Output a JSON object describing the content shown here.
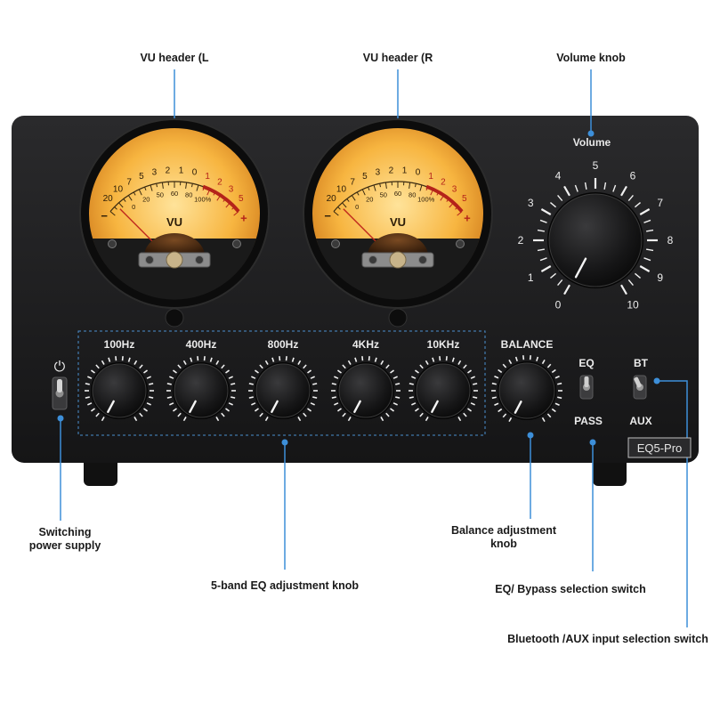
{
  "callouts": {
    "vu_left": "VU header (L",
    "vu_right": "VU header (R",
    "volume_knob": "Volume knob",
    "power": [
      "Switching",
      "power supply"
    ],
    "eq_knobs": "5-band EQ adjustment knob",
    "balance": [
      "Balance adjustment",
      "knob"
    ],
    "eq_bypass": "EQ/ Bypass selection switch",
    "input_select": "Bluetooth /AUX input selection switch"
  },
  "panel": {
    "volume_label": "Volume",
    "volume_scale": [
      "0",
      "1",
      "2",
      "3",
      "4",
      "5",
      "6",
      "7",
      "8",
      "9",
      "10"
    ],
    "eq_bands": [
      "100Hz",
      "400Hz",
      "800Hz",
      "4KHz",
      "10KHz"
    ],
    "balance_label": "BALANCE",
    "eq_switch": {
      "top": "EQ",
      "bottom": "PASS"
    },
    "input_switch": {
      "top": "BT",
      "bottom": "AUX"
    },
    "power_symbol": "⏻",
    "model": "EQ5-Pro"
  },
  "vu_meter": {
    "db_scale": [
      "20",
      "10",
      "7",
      "5",
      "3",
      "2",
      "1",
      "0",
      "1",
      "2",
      "3",
      "5"
    ],
    "percent_scale": [
      "0",
      "20",
      "50",
      "60",
      "80",
      "100%"
    ],
    "label": "VU",
    "minus_sign": "−",
    "plus_sign": "+"
  },
  "colors": {
    "callout_line": "#3d8fd9",
    "panel": "#1b1b1d",
    "meter_glow": "#f6b23c"
  }
}
